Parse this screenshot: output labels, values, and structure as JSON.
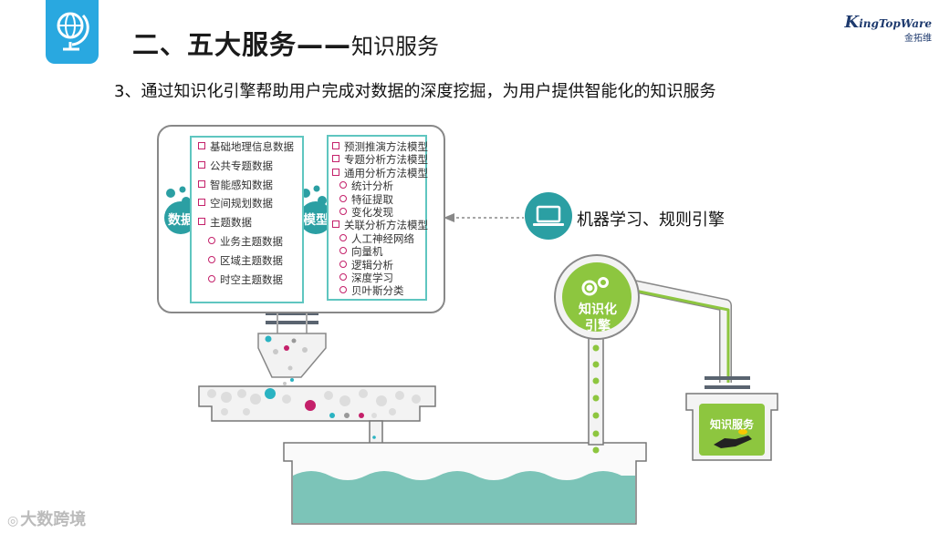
{
  "header": {
    "title_main": "二、五大服务——",
    "title_sub": "知识服务",
    "brand_en": "ingTopWare",
    "brand_initial": "K",
    "brand_cn": "金拓维"
  },
  "subtitle": "3、通过知识化引擎帮助用户完成对数据的深度挖掘，为用户提供智能化的知识服务",
  "data_panel": {
    "label": "数据",
    "items": [
      {
        "text": "基础地理信息数据",
        "marker": "square",
        "indent": 0
      },
      {
        "text": "公共专题数据",
        "marker": "square",
        "indent": 0
      },
      {
        "text": "智能感知数据",
        "marker": "square",
        "indent": 0
      },
      {
        "text": "空间规划数据",
        "marker": "square",
        "indent": 0
      },
      {
        "text": "主题数据",
        "marker": "square",
        "indent": 0
      },
      {
        "text": "业务主题数据",
        "marker": "circle",
        "indent": 1
      },
      {
        "text": "区域主题数据",
        "marker": "circle",
        "indent": 1
      },
      {
        "text": "时空主题数据",
        "marker": "circle",
        "indent": 1
      }
    ]
  },
  "model_panel": {
    "label": "模型",
    "items": [
      {
        "text": "预测推演方法模型",
        "marker": "square",
        "indent": 0
      },
      {
        "text": "专题分析方法模型",
        "marker": "square",
        "indent": 0
      },
      {
        "text": "通用分析方法模型",
        "marker": "square",
        "indent": 0
      },
      {
        "text": "统计分析",
        "marker": "circle",
        "indent": 1
      },
      {
        "text": "特征提取",
        "marker": "circle",
        "indent": 1
      },
      {
        "text": "变化发现",
        "marker": "circle",
        "indent": 1
      },
      {
        "text": "关联分析方法模型",
        "marker": "square",
        "indent": 0
      },
      {
        "text": "人工神经网络",
        "marker": "circle",
        "indent": 1
      },
      {
        "text": "向量机",
        "marker": "circle",
        "indent": 1
      },
      {
        "text": "逻辑分析",
        "marker": "circle",
        "indent": 1
      },
      {
        "text": "深度学习",
        "marker": "circle",
        "indent": 1
      },
      {
        "text": "贝叶斯分类",
        "marker": "circle",
        "indent": 1
      }
    ]
  },
  "machine_learning": {
    "label": "机器学习、规则引擎",
    "icon": "laptop-icon"
  },
  "knowledge_engine": {
    "line1": "知识化",
    "line2": "引擎",
    "icon": "gears-icon"
  },
  "knowledge_service": {
    "label": "知识服务",
    "icon": "hand-coin-icon"
  },
  "watermark": {
    "text": "大数跨境"
  },
  "colors": {
    "teal": "#2b9fa3",
    "list_border": "#5fc6c0",
    "marker": "#c4206a",
    "green": "#8dc63f",
    "blue_badge": "#29a8e0",
    "water": "#7cc4b8"
  }
}
